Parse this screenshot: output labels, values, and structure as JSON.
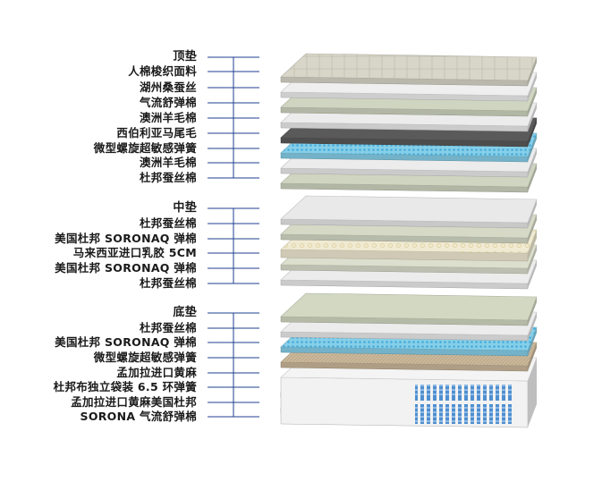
{
  "groups": [
    {
      "heading": "顶垫",
      "layers": [
        {
          "label": "人棉梭织面料",
          "color": "#d8d6c8",
          "type": "quilted"
        },
        {
          "label": "湖州桑蚕丝",
          "color": "#efefef",
          "type": "plain"
        },
        {
          "label": "气流舒弹棉",
          "color": "#cfd5c0",
          "type": "plain"
        },
        {
          "label": "澳洲羊毛棉",
          "color": "#ececec",
          "type": "plain"
        },
        {
          "label": "西伯利亚马尾毛",
          "color": "#5a5a5a",
          "type": "dark"
        },
        {
          "label": "微型螺旋超敏感弹簧",
          "color": "#86cfe8",
          "type": "spring"
        },
        {
          "label": "澳洲羊毛棉",
          "color": "#ececec",
          "type": "plain"
        },
        {
          "label": "杜邦蚕丝棉",
          "color": "#cfd5c0",
          "type": "plain"
        }
      ]
    },
    {
      "heading": "中垫",
      "layers": [
        {
          "label": "杜邦蚕丝棉",
          "color": "#e9e9e9",
          "type": "plain"
        },
        {
          "label": "美国杜邦 SORONAQ 弹棉",
          "color": "#d5d9c6",
          "type": "plain"
        },
        {
          "label": "马来西亚进口乳胶 5CM",
          "color": "#f1ead2",
          "type": "latex"
        },
        {
          "label": "美国杜邦 SORONAQ 弹棉",
          "color": "#dcdfcd",
          "type": "plain"
        },
        {
          "label": "杜邦蚕丝棉",
          "color": "#ececec",
          "type": "plain"
        }
      ]
    },
    {
      "heading": "底垫",
      "layers": [
        {
          "label": "杜邦蚕丝棉",
          "color": "#d2d8c2",
          "type": "plain"
        },
        {
          "label": "美国杜邦 SORONAQ 弹棉",
          "color": "#ececec",
          "type": "plain"
        },
        {
          "label": "微型螺旋超敏感弹簧",
          "color": "#86cfe8",
          "type": "spring"
        },
        {
          "label": "孟加拉进口黄麻",
          "color": "#cbb89b",
          "type": "jute"
        },
        {
          "label": "杜邦布独立袋装 6.5 环弹簧",
          "color": "#f4f4f4",
          "type": "pocket"
        },
        {
          "label": "孟加拉进口黄麻美国杜邦",
          "color": "#cbb89b",
          "type": "jute"
        },
        {
          "label": "SORONA 气流舒弹棉",
          "color": "#c9d0ba",
          "type": "plain"
        }
      ]
    }
  ],
  "colors": {
    "leader_line": "#1f3f8f",
    "label_text": "#1a1a1a"
  }
}
